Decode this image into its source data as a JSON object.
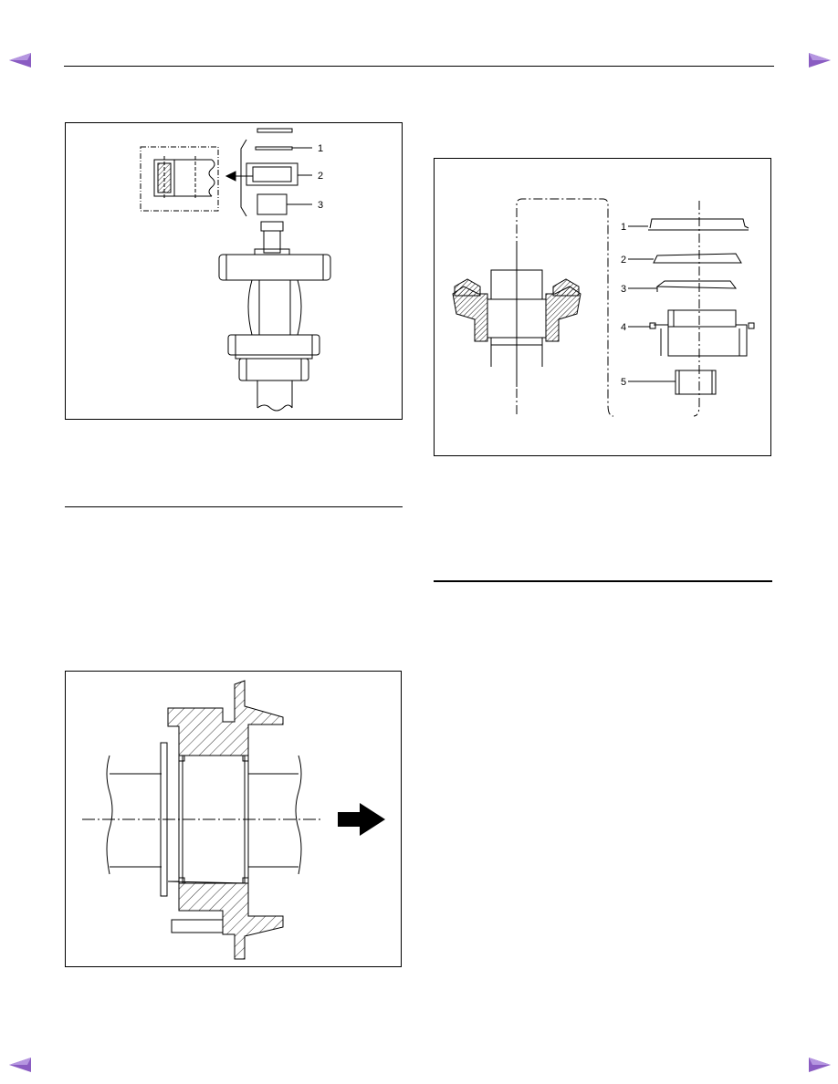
{
  "navigation": {
    "prev_icon": "triangle-left-icon",
    "next_icon": "triangle-right-icon",
    "arrow_color": "#8a5cc2"
  },
  "figure_1": {
    "callouts": [
      "1",
      "2",
      "3"
    ]
  },
  "figure_2": {
    "callouts": []
  },
  "figure_3": {
    "callouts": [
      "1",
      "2",
      "3",
      "4",
      "5"
    ]
  }
}
